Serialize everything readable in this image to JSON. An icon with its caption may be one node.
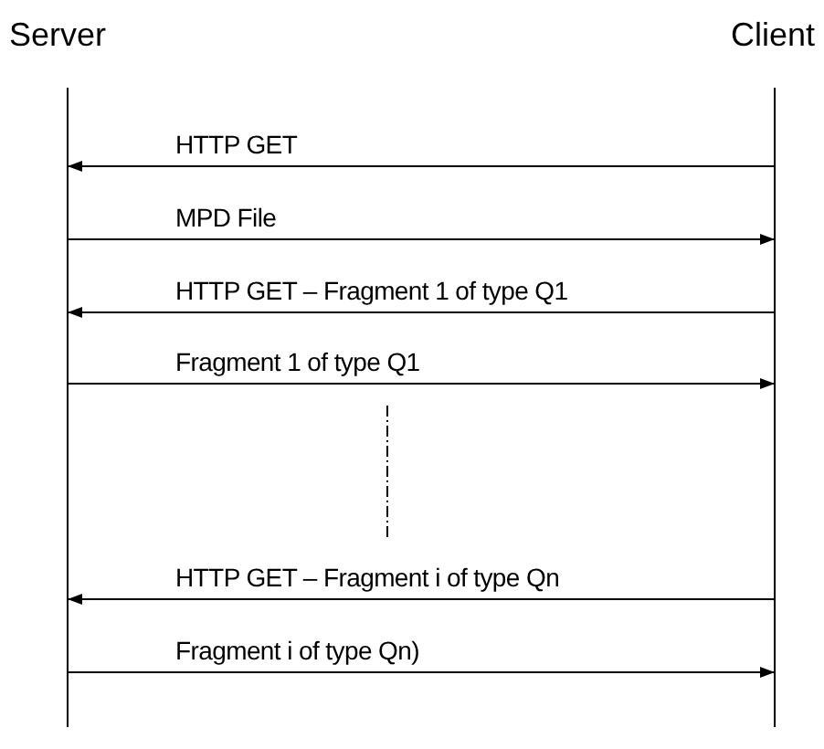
{
  "diagram": {
    "nodes": [
      {
        "text": [
          "Server"
        ]
      },
      {
        "text": [
          "Client"
        ]
      }
    ],
    "edges": [
      {
        "from": 1,
        "to": 0,
        "arrow": "to",
        "label": "HTTP GET"
      },
      {
        "from": 0,
        "to": 1,
        "arrow": "to",
        "label": "MPD File"
      },
      {
        "from": 1,
        "to": 0,
        "arrow": "to",
        "label": "HTTP GET – Fragment 1 of type Q1"
      },
      {
        "from": 0,
        "to": 1,
        "arrow": "to",
        "label": "Fragment 1 of type Q1"
      },
      {
        "from": 1,
        "to": 0,
        "arrow": "to",
        "label": "HTTP GET – Fragment i of type Qn"
      },
      {
        "from": 0,
        "to": 1,
        "arrow": "to",
        "label": "Fragment i of type Qn)"
      }
    ]
  }
}
